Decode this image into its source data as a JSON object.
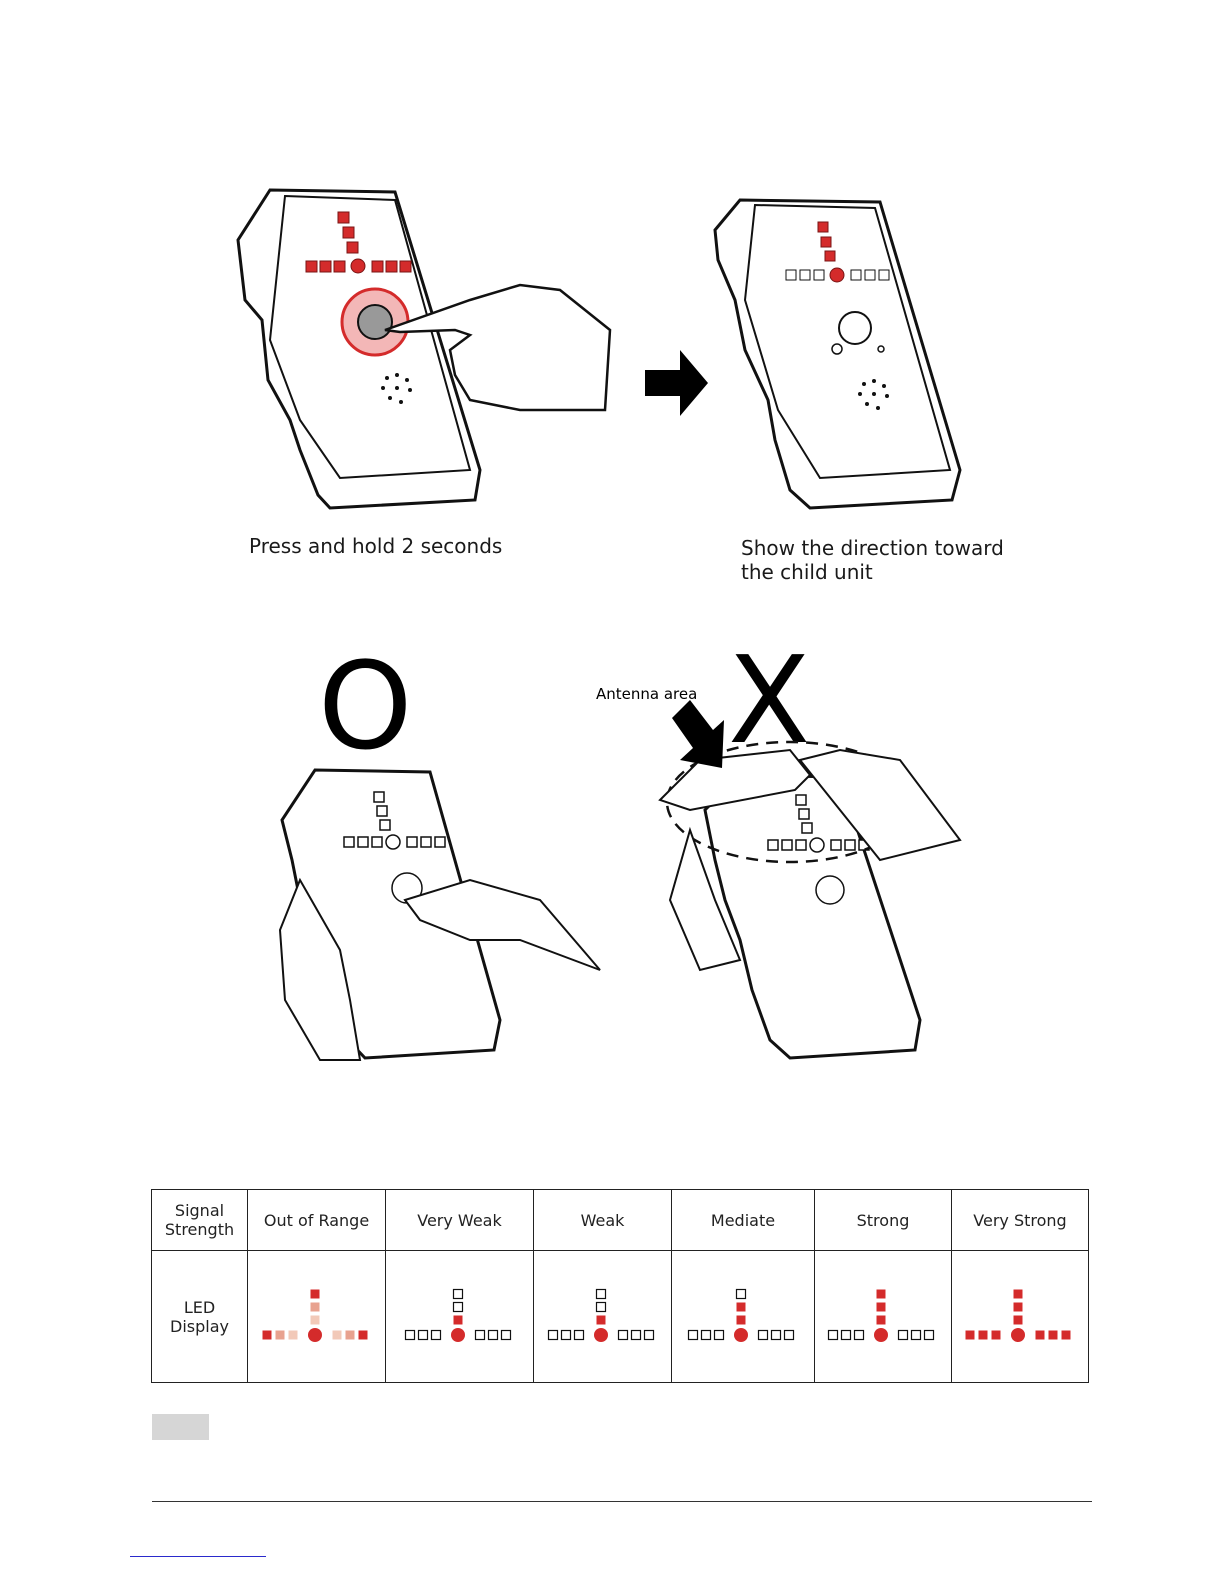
{
  "captions": {
    "press_hold": "Press and hold 2 seconds",
    "show_direction_line1": "Show the direction toward",
    "show_direction_line2": "the child unit"
  },
  "grip_examples": {
    "correct_mark": "O",
    "wrong_mark": "X",
    "antenna_label": "Antenna area"
  },
  "signal_table": {
    "row1_header": "Signal Strength",
    "row2_header": "LED Display",
    "levels": [
      {
        "label": "Out of Range",
        "vertical_lit": 3,
        "horizontal": "faded"
      },
      {
        "label": "Very Weak",
        "vertical_lit": 1,
        "horizontal": "off"
      },
      {
        "label": "Weak",
        "vertical_lit": 1,
        "horizontal": "off"
      },
      {
        "label": "Mediate",
        "vertical_lit": 2,
        "horizontal": "off"
      },
      {
        "label": "Strong",
        "vertical_lit": 3,
        "horizontal": "off"
      },
      {
        "label": "Very Strong",
        "vertical_lit": 3,
        "horizontal": "on"
      }
    ]
  },
  "colors": {
    "led_red": "#d42b2b",
    "led_faded": "#e8a28f",
    "led_faint": "#f2c9b8",
    "outline": "#111111"
  }
}
